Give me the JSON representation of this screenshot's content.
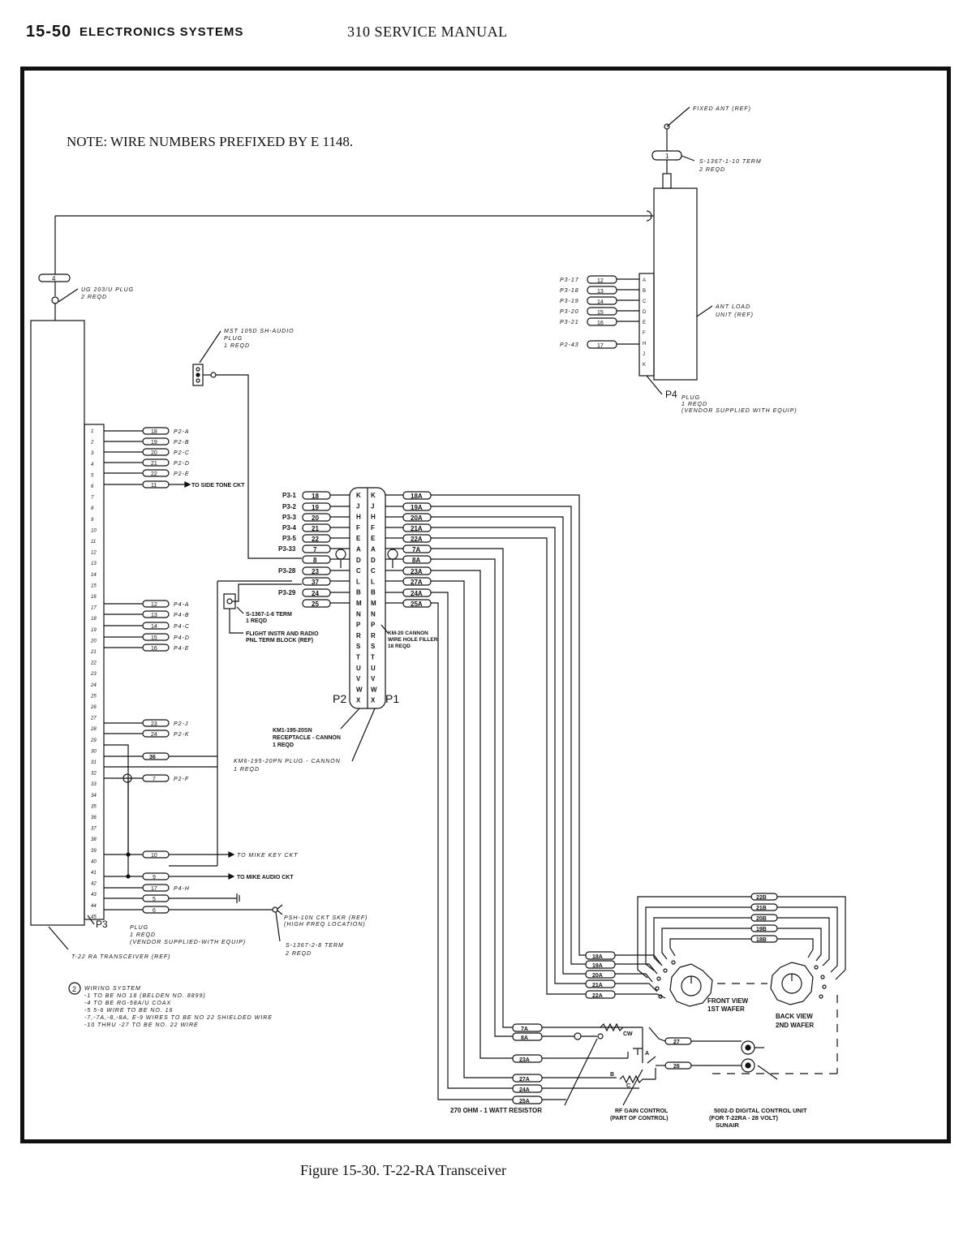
{
  "header": {
    "page_number": "15-50",
    "section": "ELECTRONICS SYSTEMS",
    "manual": "310 SERVICE MANUAL"
  },
  "note": "NOTE:  WIRE NUMBERS PREFIXED BY E 1148.",
  "caption": "Figure 15-30.  T-22-RA Transceiver",
  "antenna": {
    "fixed_ant": "FIXED ANT (REF)",
    "term_line1": "S-1367-1-10 TERM",
    "term_line2": "2 REQD",
    "wire": "1"
  },
  "ant_load_unit": {
    "label_line1": "ANT LOAD",
    "label_line2": "UNIT (REF)",
    "pins": [
      "A",
      "B",
      "C",
      "D",
      "E",
      "F",
      "H",
      "J",
      "K"
    ],
    "wires": [
      {
        "from": "P3-17",
        "wire": "12"
      },
      {
        "from": "P3-18",
        "wire": "13"
      },
      {
        "from": "P3-19",
        "wire": "14"
      },
      {
        "from": "P3-20",
        "wire": "15"
      },
      {
        "from": "P3-21",
        "wire": "16"
      },
      {
        "from": "P2-43",
        "wire": "17"
      }
    ],
    "plug": "P4",
    "plug_line1": "PLUG",
    "plug_line2": "1 REQD",
    "plug_line3": "(VENDOR SUPPLIED WITH EQUIP)"
  },
  "coax": {
    "wire": "4",
    "plug_line1": "UG 203/U PLUG",
    "plug_line2": "2 REQD"
  },
  "audio_plug": {
    "line1": "MST 105D SH-AUDIO",
    "line2": "PLUG",
    "line3": "1 REQD"
  },
  "transceiver": {
    "pins": [
      "1",
      "2",
      "3",
      "4",
      "5",
      "6",
      "7",
      "8",
      "9",
      "10",
      "11",
      "12",
      "13",
      "14",
      "15",
      "16",
      "17",
      "18",
      "19",
      "20",
      "21",
      "22",
      "23",
      "24",
      "25",
      "26",
      "27",
      "28",
      "29",
      "30",
      "31",
      "32",
      "33",
      "34",
      "35",
      "36",
      "37",
      "38",
      "39",
      "40",
      "41",
      "42",
      "43",
      "44",
      "45"
    ],
    "wires_top": [
      {
        "wire": "18",
        "dest": "P2-A"
      },
      {
        "wire": "19",
        "dest": "P2-B"
      },
      {
        "wire": "20",
        "dest": "P2-C"
      },
      {
        "wire": "21",
        "dest": "P2-D"
      },
      {
        "wire": "22",
        "dest": "P2-E"
      },
      {
        "wire": "11",
        "dest": "TO SIDE TONE CKT"
      }
    ],
    "wires_p4": [
      {
        "wire": "12",
        "dest": "P4-A"
      },
      {
        "wire": "13",
        "dest": "P4-B"
      },
      {
        "wire": "14",
        "dest": "P4-C"
      },
      {
        "wire": "15",
        "dest": "P4-D"
      },
      {
        "wire": "16",
        "dest": "P4-E"
      }
    ],
    "wires_low": [
      {
        "wire": "23",
        "dest": "P2-J"
      },
      {
        "wire": "24",
        "dest": "P2-K"
      },
      {
        "wire": "36",
        "dest": ""
      },
      {
        "wire": "7",
        "dest": "P2-F"
      },
      {
        "wire": "10",
        "dest": "TO MIKE KEY CKT"
      },
      {
        "wire": "9",
        "dest": "TO MIKE AUDIO CKT"
      },
      {
        "wire": "17",
        "dest": "P4-H"
      },
      {
        "wire": "5",
        "dest": ""
      },
      {
        "wire": "6",
        "dest": ""
      }
    ],
    "plug": "P3",
    "plug_line1": "PLUG",
    "plug_line2": "1 REQD",
    "plug_line3": "(VENDOR SUPPLIED-WITH EQUIP)",
    "label": "T-22 RA TRANSCEIVER (REF)"
  },
  "speaker": {
    "line1": "PSH-10N CKT SKR (REF)",
    "line2": "(HIGH FREQ LOCATION)"
  },
  "speaker_term": {
    "line1": "S-1367-2-8 TERM",
    "line2": "2 REQD"
  },
  "connector": {
    "pins": [
      "K",
      "J",
      "H",
      "F",
      "E",
      "A",
      "D",
      "C",
      "L",
      "B",
      "M",
      "N",
      "P",
      "R",
      "S",
      "T",
      "U",
      "V",
      "W",
      "X"
    ],
    "left_wires": [
      {
        "from": "P3-1",
        "wire": "18"
      },
      {
        "from": "P3-2",
        "wire": "19"
      },
      {
        "from": "P3-3",
        "wire": "20"
      },
      {
        "from": "P3-4",
        "wire": "21"
      },
      {
        "from": "P3-5",
        "wire": "22"
      },
      {
        "from": "P3-33",
        "wire": "7"
      },
      {
        "from": "",
        "wire": "8"
      },
      {
        "from": "P3-28",
        "wire": "23"
      },
      {
        "from": "",
        "wire": "37"
      },
      {
        "from": "P3-29",
        "wire": "24"
      },
      {
        "from": "",
        "wire": "25"
      }
    ],
    "right_wires": [
      "18A",
      "19A",
      "20A",
      "21A",
      "22A",
      "7A",
      "8A",
      "23A",
      "27A",
      "24A",
      "25A"
    ],
    "p2": "P2",
    "p1": "P1",
    "filler_line1": "KM-20 CANNON",
    "filler_line2": "WIRE HOLE FILLER",
    "filler_line3": "18 REQD",
    "receptacle_line1": "KM1-195-20SN",
    "receptacle_line2": "RECEPTACLE - CANNON",
    "receptacle_line3": "1 REQD",
    "plug_line1": "KM6-195-20PN PLUG - CANNON",
    "plug_line2": "1 REQD"
  },
  "term_block": {
    "term_line1": "S-1367-1-6 TERM",
    "term_line2": "1 REQD",
    "block_line1": "FLIGHT INSTR AND RADIO",
    "block_line2": "PNL TERM BLOCK (REF)"
  },
  "wiring_system": {
    "marker": "2",
    "lines": [
      "WIRING SYSTEM",
      "-1 TO BE NO 18 (BELDEN NO. 8899)",
      "-4 TO BE RG-58A/U COAX",
      "-5 5-6 WIRE TO BE NO. 16",
      "-7,-7A,-8,-8A, E-9 WIRES TO BE NO 22 SHIELDED WIRE",
      "-10 THRU -27 TO BE NO. 22 WIRE"
    ]
  },
  "control_unit": {
    "wafer_wires_top": [
      "22B",
      "21B",
      "20B",
      "19B",
      "18B"
    ],
    "wafer_wires_bottom": [
      "18A",
      "19A",
      "20A",
      "21A",
      "22A"
    ],
    "front_line1": "FRONT VIEW",
    "front_line2": "1ST WAFER",
    "back_line1": "BACK VIEW",
    "back_line2": "2ND WAFER",
    "lower_wires": [
      "7A",
      "8A",
      "23A",
      "27A",
      "24A",
      "25A"
    ],
    "wire_27": "27",
    "wire_26": "26",
    "resistor": "270 OHM - 1 WATT RESISTOR",
    "rf_line1": "RF GAIN CONTROL",
    "rf_line2": "(PART OF CONTROL)",
    "unit_line1": "5002-D DIGITAL CONTROL UNIT",
    "unit_line2": "(FOR T-22RA - 28 VOLT)",
    "unit_line3": "SUNAIR",
    "pot_a": "A",
    "pot_b": "B",
    "pot_c": "C",
    "cw": "CW"
  }
}
